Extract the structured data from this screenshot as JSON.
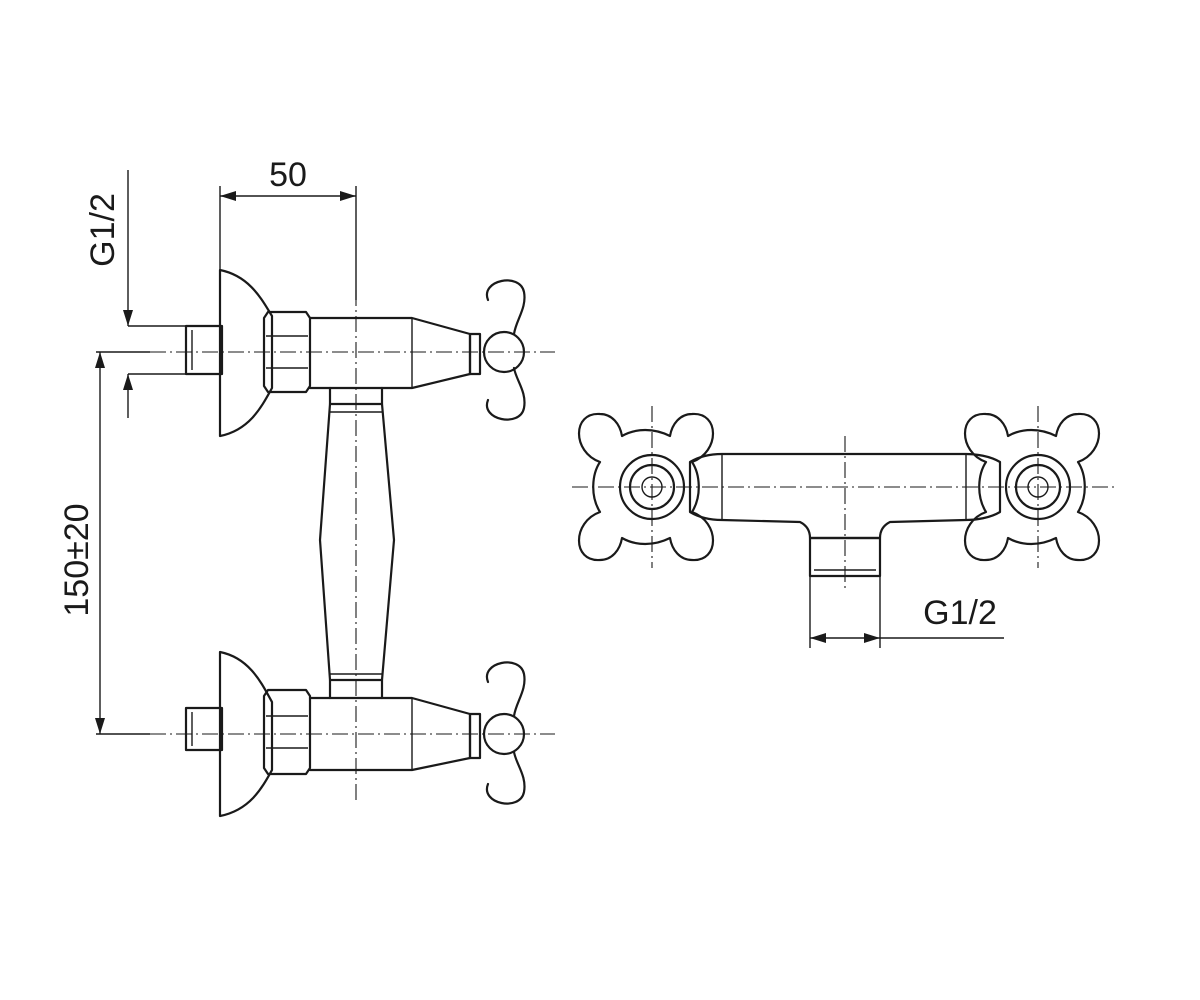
{
  "dimensions": {
    "width_label": "50",
    "inlet_thread_label": "G1/2",
    "centre_distance_label": "150±20",
    "outlet_thread_label": "G1/2"
  },
  "colors": {
    "line": "#1a1a1a",
    "background": "#ffffff"
  }
}
